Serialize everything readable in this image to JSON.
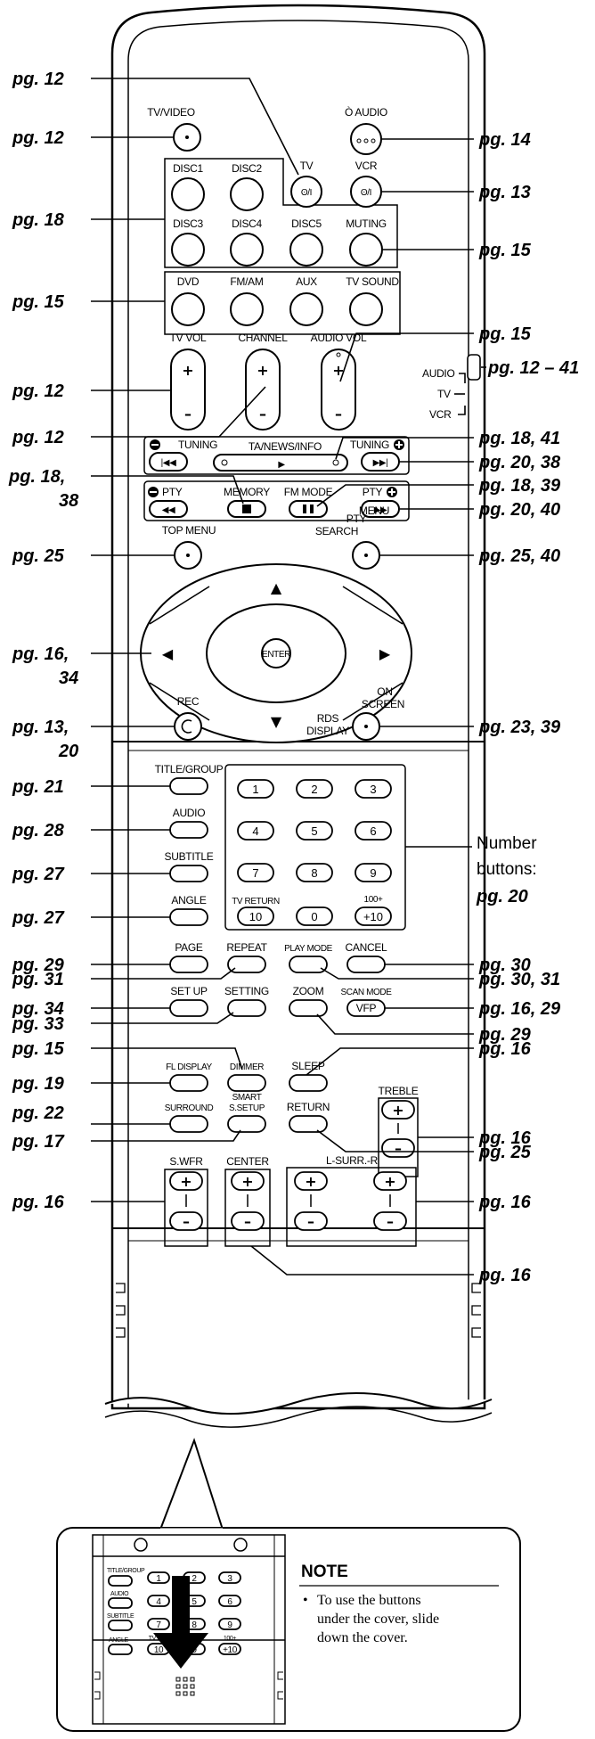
{
  "page_refs": {
    "tv_video": "pg. 12",
    "tv": "pg. 12",
    "audio_power": "pg. 14",
    "vcr": "pg. 13",
    "disc": "pg. 18",
    "muting": "pg. 15",
    "sources": "pg. 15",
    "tv_vol": "pg. 12",
    "audio_vol": "pg. 15",
    "switch": "pg. 12 – 41",
    "channel": "pg. 12",
    "ta_news": "pg. 18, 41",
    "tuning_r": "pg. 20, 38",
    "memory_a": "pg. 18,",
    "memory_b": "38",
    "fm_mode": "pg. 18, 39",
    "pty": "pg. 20, 40",
    "top_menu": "pg. 25",
    "menu": "pg. 25, 40",
    "cursor_a": "pg. 16,",
    "cursor_b": "34",
    "rec_a": "pg. 13,",
    "rec_b": "20",
    "on_screen": "pg. 23, 39",
    "title_group": "pg. 21",
    "audio": "pg. 28",
    "subtitle": "pg. 27",
    "angle": "pg. 27",
    "number": "pg. 20",
    "page": "pg. 29",
    "repeat": "pg. 31",
    "cancel": "pg. 30",
    "play_mode": "pg. 30, 31",
    "set_up": "pg. 34",
    "setting": "pg. 33",
    "vfp": "pg. 16, 29",
    "zoom": "pg. 29",
    "dimmer": "pg. 15",
    "sleep": "pg. 16",
    "fl_display": "pg. 19",
    "treble": "pg. 16",
    "surround": "pg. 22",
    "smart": "pg. 17",
    "return": "pg. 25",
    "s_wfr": "pg. 16",
    "l_surr": "pg. 16",
    "center": "pg. 16"
  },
  "labels": {
    "tv_video": "TV/VIDEO",
    "audio_power": "Ò AUDIO",
    "tv": "TV",
    "vcr": "VCR",
    "disc1": "DISC1",
    "disc2": "DISC2",
    "disc3": "DISC3",
    "disc4": "DISC4",
    "disc5": "DISC5",
    "muting": "MUTING",
    "dvd": "DVD",
    "fm_am": "FM/AM",
    "aux": "AUX",
    "tv_sound": "TV SOUND",
    "tv_vol": "TV VOL",
    "channel": "CHANNEL",
    "audio_vol": "AUDIO VOL",
    "sw_audio": "AUDIO",
    "sw_tv": "TV",
    "sw_vcr": "VCR",
    "tuning_l": "TUNING",
    "ta_news": "TA/NEWS/INFO",
    "tuning_r": "TUNING",
    "pty_l": "PTY",
    "memory": "MEMORY",
    "fm_mode": "FM MODE",
    "pty_r": "PTY",
    "top_menu": "TOP MENU",
    "pty_search_1": "PTY",
    "pty_search_2": "SEARCH",
    "menu": "MENU",
    "enter": "ENTER",
    "rec": "REC",
    "on_screen_1": "ON",
    "on_screen_2": "SCREEN",
    "rds_1": "RDS",
    "rds_2": "DISPLAY",
    "title_group": "TITLE/GROUP",
    "audio": "AUDIO",
    "subtitle": "SUBTITLE",
    "angle": "ANGLE",
    "tv_return": "TV RETURN",
    "plus100": "100+",
    "page": "PAGE",
    "repeat": "REPEAT",
    "play_mode": "PLAY MODE",
    "cancel": "CANCEL",
    "set_up": "SET UP",
    "setting": "SETTING",
    "zoom": "ZOOM",
    "scan_mode": "SCAN MODE",
    "vfp": "VFP",
    "fl_display": "FL DISPLAY",
    "dimmer": "DIMMER",
    "sleep": "SLEEP",
    "treble": "TREBLE",
    "surround": "SURROUND",
    "smart_1": "SMART",
    "smart_2": "S.SETUP",
    "return": "RETURN",
    "s_wfr": "S.WFR",
    "center": "CENTER",
    "l_surr": "L-SURR.-R"
  },
  "numbers": [
    "1",
    "2",
    "3",
    "4",
    "5",
    "6",
    "7",
    "8",
    "9",
    "10",
    "0",
    "+10"
  ],
  "number_buttons_label_1": "Number",
  "number_buttons_label_2": "buttons:",
  "note": {
    "title": "NOTE",
    "bullet": "•",
    "line1": "To use the buttons",
    "line2": "under the cover, slide",
    "line3": "down the cover."
  },
  "inset_labels": {
    "title_group": "TITLE/GROUP",
    "audio": "AUDIO",
    "subtitle": "SUBTITLE",
    "angle": "ANGLE",
    "tv_ret": "TV RET",
    "plus100": "100+",
    "n1": "1",
    "n2": "2",
    "n3": "3",
    "n4": "4",
    "n5": "5",
    "n6": "6",
    "n7": "7",
    "n8": "8",
    "n9": "9",
    "n10": "10",
    "n0": "0",
    "n10p": "+10"
  },
  "icons": {
    "power": "power-icon",
    "rewind": "rewind-icon",
    "ffwd": "fast-forward-icon",
    "prev": "skip-previous-icon",
    "next": "skip-next-icon",
    "play": "play-icon",
    "stop": "stop-icon",
    "pause": "pause-icon",
    "arrow": "down-arrow-icon"
  }
}
